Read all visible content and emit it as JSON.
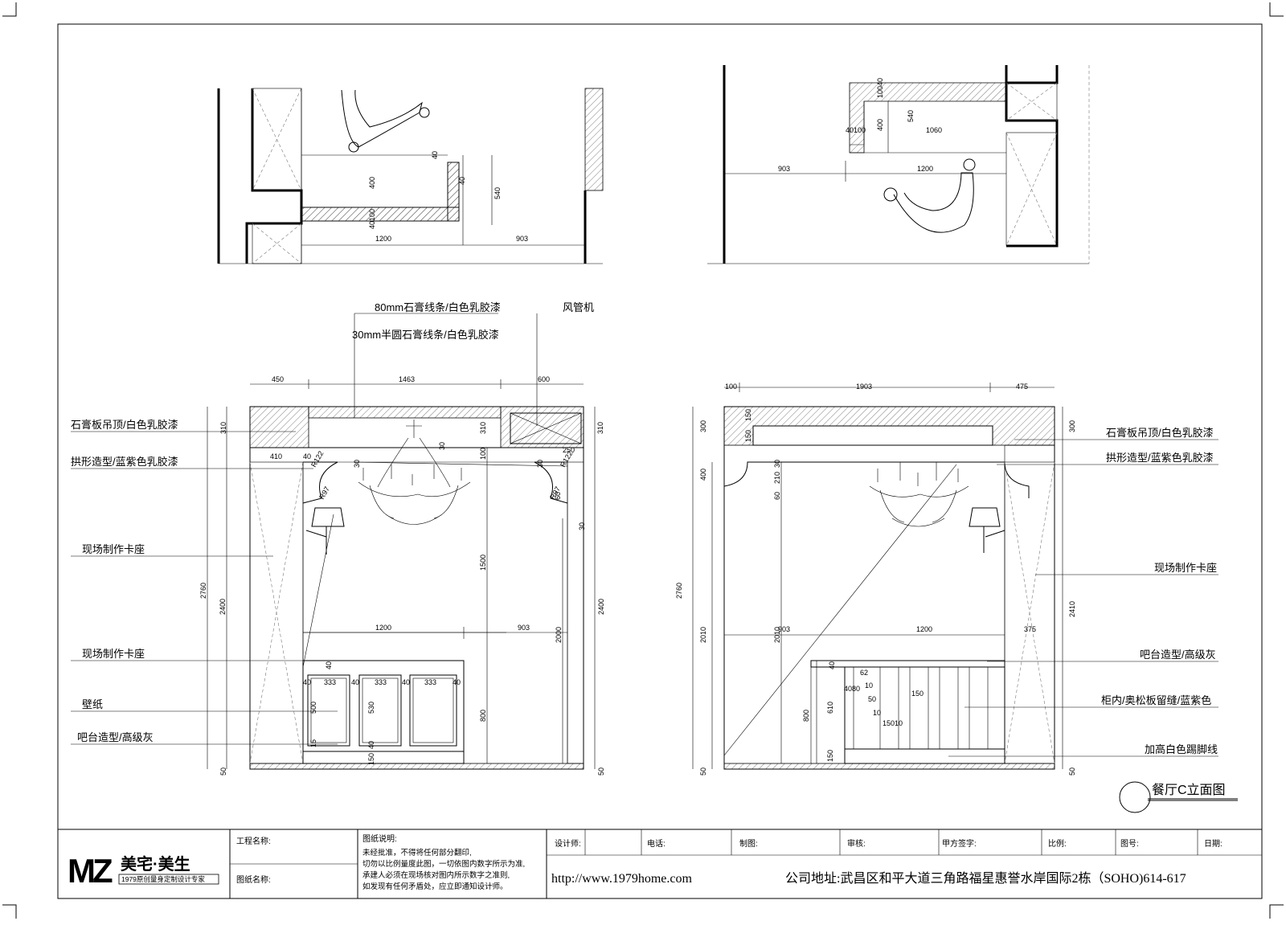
{
  "plan_a": {
    "dims": {
      "d40a": "40",
      "d40b": "40",
      "d400": "400",
      "d540": "540",
      "d40100": "40100",
      "d1200": "1200",
      "d903": "903"
    }
  },
  "plan_b": {
    "dims": {
      "d10040": "10040",
      "d540": "540",
      "d400": "400",
      "d40100": "40100",
      "d1060": "1060",
      "d903": "903",
      "d1200": "1200"
    }
  },
  "elev_left": {
    "top_labels": {
      "molding80": "80mm石膏线条/白色乳胶漆",
      "molding30": "30mm半圆石膏线条/白色乳胶漆",
      "hvac": "风管机"
    },
    "side_labels": {
      "ceiling": "石膏板吊顶/白色乳胶漆",
      "arch": "拱形造型/蓝紫色乳胶漆",
      "seat1": "现场制作卡座",
      "seat2": "现场制作卡座",
      "wallpaper": "壁纸",
      "bar": "吧台造型/高级灰"
    },
    "dims": {
      "d450": "450",
      "d1463": "1463",
      "d600": "600",
      "d310a": "310",
      "d310b": "310",
      "d310c": "310",
      "d410": "410",
      "d250": "250",
      "d40": "40",
      "r122a": "R122",
      "r122b": "R122",
      "r97a": "R97",
      "r97b": "R97",
      "d30a": "30",
      "d30b": "30",
      "d30c": "30",
      "d30d": "30",
      "d100": "100",
      "d60": "60",
      "d2760": "2760",
      "d2400a": "2400",
      "d2400b": "2400",
      "d1500": "1500",
      "d2000": "2000",
      "d1200": "1200",
      "d903": "903",
      "d40b": "40",
      "d333a": "333",
      "d333b": "333",
      "d333c": "333",
      "d40c": "40",
      "d40d": "40",
      "d40e": "40",
      "d40f": "40",
      "d500": "500",
      "d530": "530",
      "d800": "800",
      "d15": "15",
      "d150": "150",
      "d40g": "40",
      "d50a": "50",
      "d50b": "50"
    }
  },
  "elev_right": {
    "side_labels": {
      "ceiling": "石膏板吊顶/白色乳胶漆",
      "arch": "拱形造型/蓝紫色乳胶漆",
      "seat": "现场制作卡座",
      "bar": "吧台造型/高级灰",
      "cabinet": "柜内/奥松板留缝/蓝紫色",
      "skirting": "加高白色踢脚线"
    },
    "dims": {
      "d100": "100",
      "d1903": "1903",
      "d475": "475",
      "d300a": "300",
      "d300b": "300",
      "d150a": "150",
      "d150b": "150",
      "d400": "400",
      "d30": "30",
      "d210": "210",
      "d60": "60",
      "d2760": "2760",
      "d2010a": "2010",
      "d2010b": "2010",
      "d2410": "2410",
      "d903": "903",
      "d1200": "1200",
      "d375": "375",
      "d40": "40",
      "d62": "62",
      "d4080": "4080",
      "d10a": "10",
      "d50": "50",
      "d10b": "10",
      "d15010": "15010",
      "d150c": "150",
      "d800": "800",
      "d610": "610",
      "d150d": "150",
      "d50a": "50",
      "d50b": "50"
    },
    "title": "餐厅C立面图"
  },
  "title_block": {
    "logo_letters": "MZ",
    "logo_main": "美宅·美生",
    "logo_sub": "1979原创量身定制设计专家",
    "project_name_label": "工程名称:",
    "drawing_name_label": "图纸名称:",
    "notes_title": "图纸说明:",
    "notes": [
      "未经批准，不得将任何部分翻印,",
      "切勿以比例量度此图，一切依图内数字所示为准,",
      "承建人必须在现场核对图内所示数字之准则,",
      "如发现有任何矛盾处，应立即通知设计师。"
    ],
    "fields": [
      "设计师:",
      "电话:",
      "制图:",
      "审核:",
      "甲方签字:",
      "比例:",
      "图号:",
      "日期:"
    ],
    "website": "http://www.1979home.com",
    "address": "公司地址:武昌区和平大道三角路福星惠誉水岸国际2栋（SOHO)614-617"
  }
}
